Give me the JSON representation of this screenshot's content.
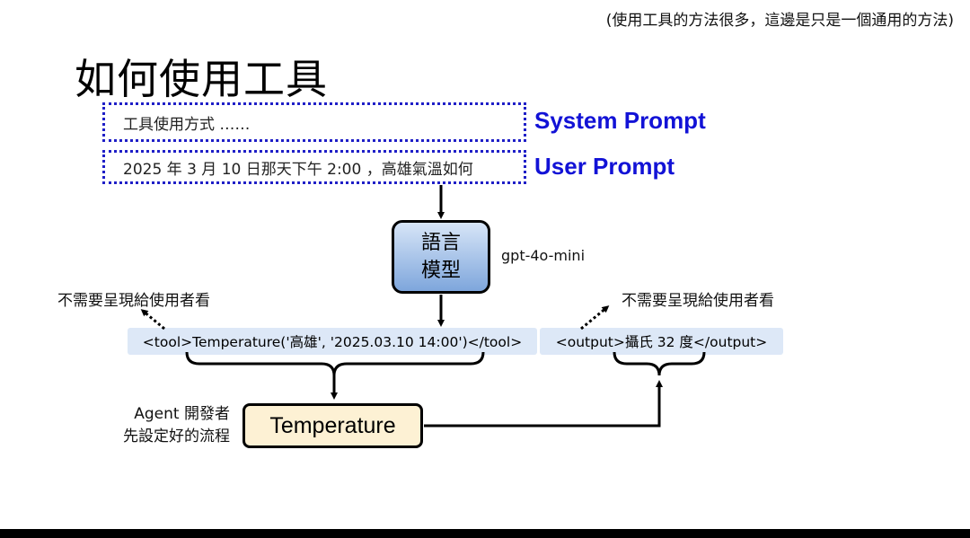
{
  "note": "(使用工具的方法很多，這邊是只是一個通用的方法)",
  "title": "如何使用工具",
  "system_prompt": {
    "content": "工具使用方式 ……",
    "label": "System Prompt"
  },
  "user_prompt": {
    "content": "2025 年 3 月 10 日那天下午 2:00 ，高雄氣溫如何",
    "label": "User Prompt"
  },
  "language_model": {
    "line1": "語言",
    "line2": "模型",
    "name": "gpt-4o-mini"
  },
  "hidden_left": "不需要呈現給使用者看",
  "hidden_right": "不需要呈現給使用者看",
  "tool_call": "<tool>Temperature('高雄', '2025.03.10 14:00')</tool>",
  "tool_output": "<output>攝氏 32 度</output>",
  "agent_note": {
    "line1": "Agent 開發者",
    "line2": "先設定好的流程"
  },
  "tool_name": "Temperature",
  "colors": {
    "prompt_accent": "#1212d6",
    "lm_fill_top": "#d7e5f7",
    "lm_fill_bottom": "#7ea6dc",
    "pill_fill": "#dde8f7",
    "tool_fill": "#fdf1d4"
  }
}
